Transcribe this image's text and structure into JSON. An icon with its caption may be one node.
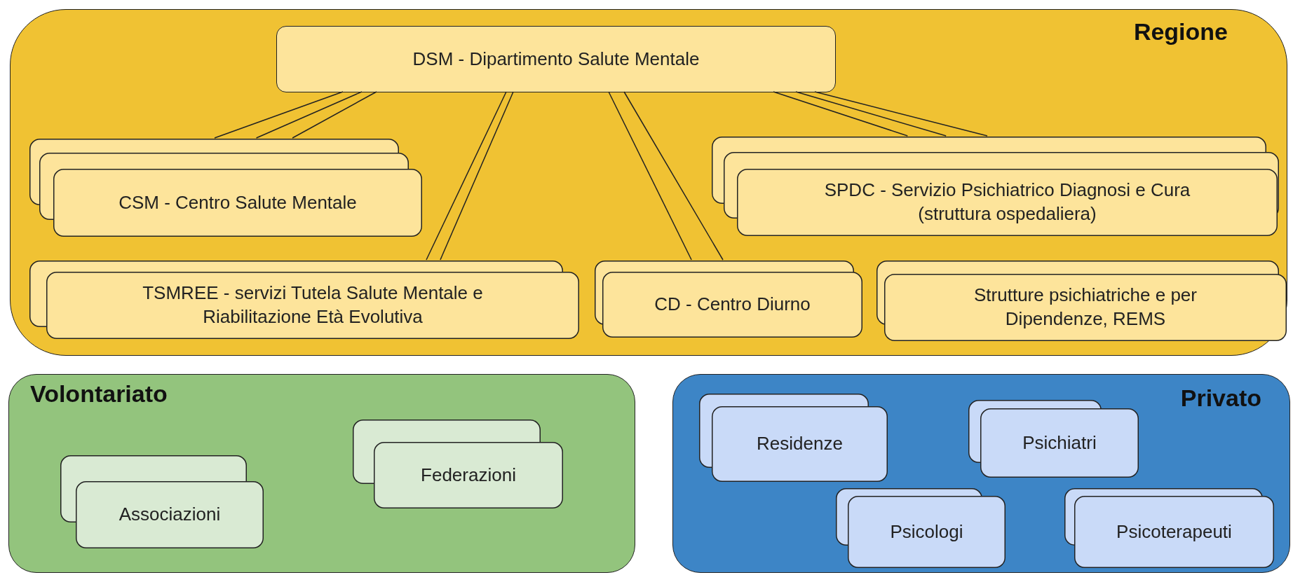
{
  "diagram": {
    "nodes": [
      {
        "text": [
          "Regione"
        ]
      },
      {
        "text": [
          "DSM - Dipartimento Salute Mentale"
        ],
        "in": 0
      },
      {
        "text": [
          "CSM - Centro Salute Mentale"
        ],
        "in": 0
      },
      {
        "text": [
          "SPDC - Servizio Psichiatrico Diagnosi e Cura (struttura ospedaliera)"
        ],
        "in": 0
      },
      {
        "text": [
          "TSMREE - servizi Tutela Salute Mentale e Riabilitazione Età Evolutiva"
        ],
        "in": 0
      },
      {
        "text": [
          "CD - Centro Diurno"
        ],
        "in": 0
      },
      {
        "text": [
          "Strutture psichiatriche e per Dipendenze, REMS"
        ],
        "in": 0
      },
      {
        "text": [
          "Volontariato"
        ]
      },
      {
        "text": [
          "Associazioni"
        ],
        "in": 7
      },
      {
        "text": [
          "Federazioni"
        ],
        "in": 7
      },
      {
        "text": [
          "Privato"
        ]
      },
      {
        "text": [
          "Residenze"
        ],
        "in": 10
      },
      {
        "text": [
          "Psichiatri"
        ],
        "in": 10
      },
      {
        "text": [
          "Psicologi"
        ],
        "in": 10
      },
      {
        "text": [
          "Psicoterapeuti"
        ],
        "in": 10
      }
    ],
    "edges": [
      {
        "from": 1,
        "to": 2,
        "arrow": "none"
      },
      {
        "from": 1,
        "to": 2,
        "arrow": "none"
      },
      {
        "from": 1,
        "to": 2,
        "arrow": "none"
      },
      {
        "from": 1,
        "to": 4,
        "arrow": "none"
      },
      {
        "from": 1,
        "to": 4,
        "arrow": "none"
      },
      {
        "from": 1,
        "to": 5,
        "arrow": "none"
      },
      {
        "from": 1,
        "to": 5,
        "arrow": "none"
      },
      {
        "from": 1,
        "to": 3,
        "arrow": "none"
      },
      {
        "from": 1,
        "to": 3,
        "arrow": "none"
      },
      {
        "from": 1,
        "to": 3,
        "arrow": "none"
      }
    ]
  }
}
